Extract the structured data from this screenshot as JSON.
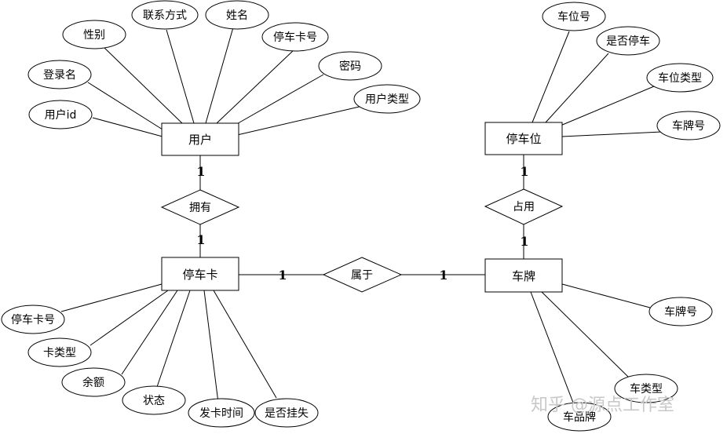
{
  "entities": {
    "user": "用户",
    "parking_space": "停车位",
    "parking_card": "停车卡",
    "license_plate": "车牌"
  },
  "relationships": {
    "owns": "拥有",
    "occupies": "占用",
    "belongs_to": "属于"
  },
  "cardinality": {
    "user_owns": "1",
    "owns_card": "1",
    "space_occupies": "1",
    "occupies_plate": "1",
    "card_belongs": "1",
    "belongs_plate": "1"
  },
  "attributes": {
    "user": [
      "性别",
      "联系方式",
      "姓名",
      "停车卡号",
      "密码",
      "用户类型",
      "登录名",
      "用户id"
    ],
    "parking_space": [
      "车位号",
      "是否停车",
      "车位类型",
      "车牌号"
    ],
    "parking_card": [
      "停车卡号",
      "卡类型",
      "余额",
      "状态",
      "发卡时间",
      "是否挂失"
    ],
    "license_plate": [
      "车牌号",
      "车类型",
      "车品牌"
    ]
  },
  "watermark": "知乎 @源点工作室"
}
